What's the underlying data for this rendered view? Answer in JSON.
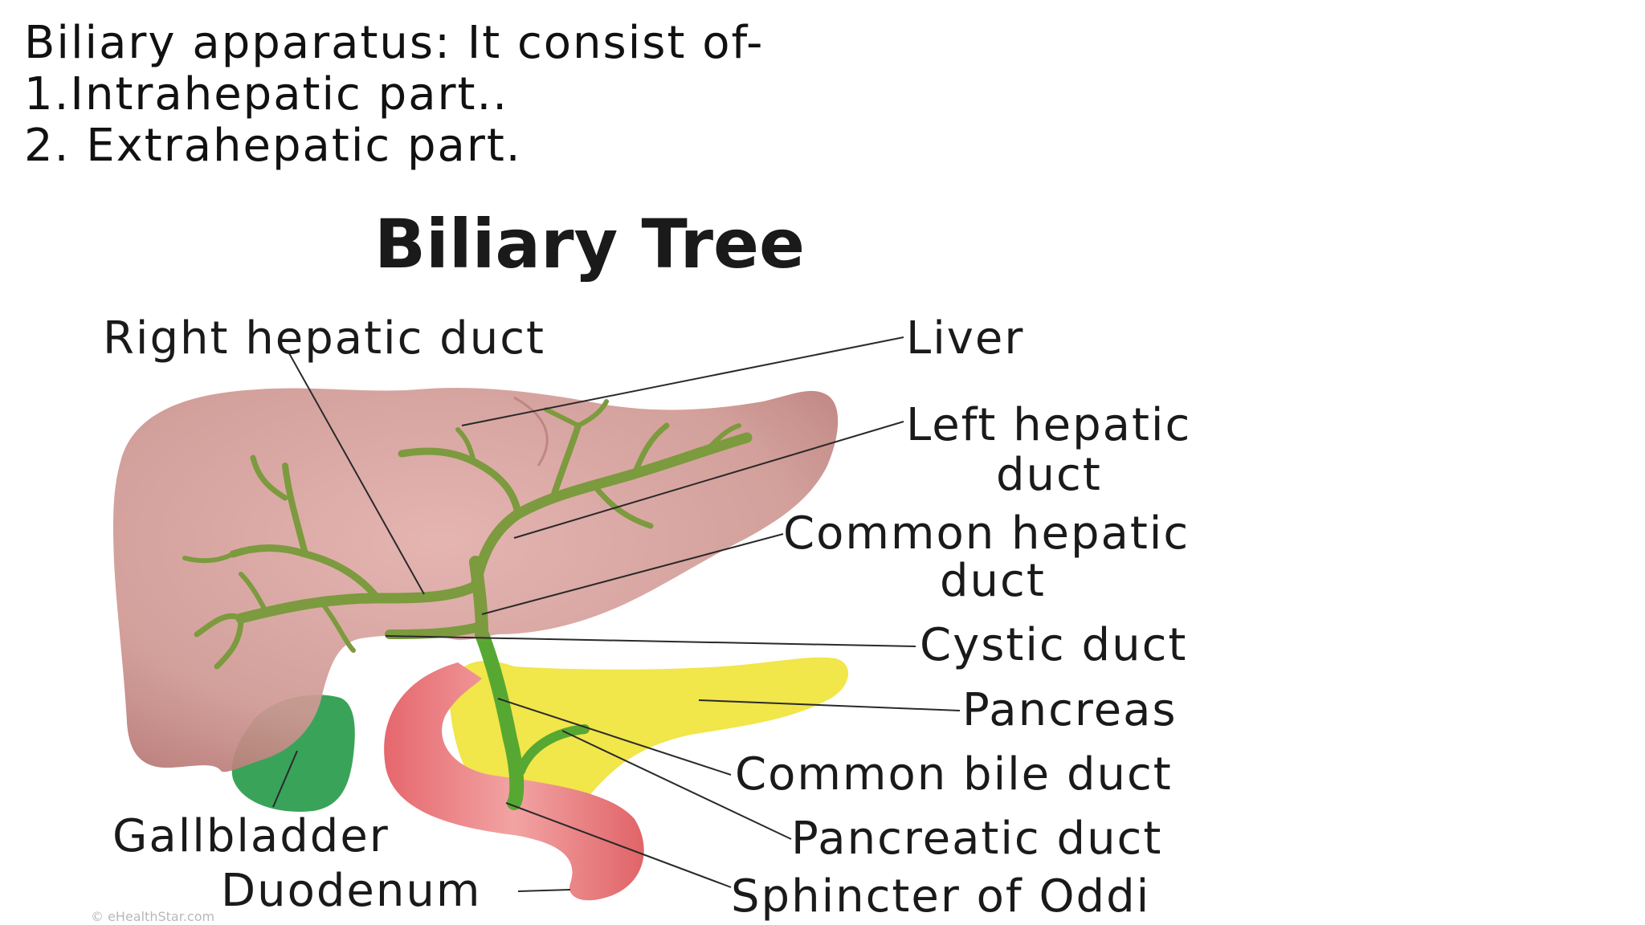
{
  "slide": {
    "lines": [
      "Biliary apparatus: It consist of-",
      "1.Intrahepatic part..",
      "2. Extrahepatic part."
    ]
  },
  "diagram": {
    "title": "Biliary Tree",
    "labels": {
      "right_hepatic_duct": "Right hepatic duct",
      "liver": "Liver",
      "left_hepatic_duct_1": "Left hepatic",
      "left_hepatic_duct_2": "duct",
      "common_hepatic_duct_1": "Common hepatic",
      "common_hepatic_duct_2": "duct",
      "cystic_duct": "Cystic duct",
      "pancreas": "Pancreas",
      "common_bile_duct": "Common bile duct",
      "pancreatic_duct": "Pancreatic duct",
      "sphincter_of_oddi": "Sphincter of  Oddi",
      "gallbladder": "Gallbladder",
      "duodenum": "Duodenum"
    },
    "watermark": "© eHealthStar.com",
    "colors": {
      "liver": "#c98f8a",
      "duct": "#7a9a3a",
      "gallbladder": "#3fa45c",
      "pancreas": "#f2e84a",
      "duodenum": "#e8757a"
    }
  }
}
